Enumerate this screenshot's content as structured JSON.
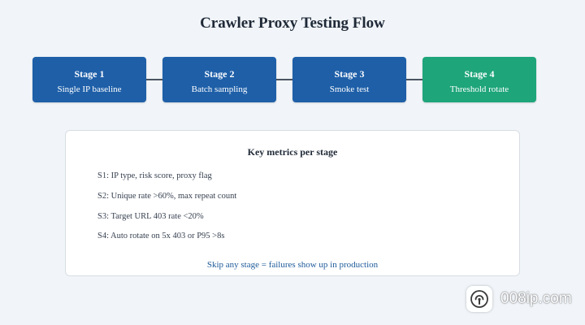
{
  "title": "Crawler Proxy Testing Flow",
  "stages": [
    {
      "title": "Stage 1",
      "subtitle": "Single IP baseline"
    },
    {
      "title": "Stage 2",
      "subtitle": "Batch sampling"
    },
    {
      "title": "Stage 3",
      "subtitle": "Smoke test"
    },
    {
      "title": "Stage 4",
      "subtitle": "Threshold rotate"
    }
  ],
  "metrics_panel": {
    "heading": "Key metrics per stage",
    "items": [
      "S1: IP type, risk score, proxy flag",
      "S2: Unique rate >60%, max repeat count",
      "S3: Target URL 403 rate <20%",
      "S4: Auto rotate on 5x 403 or P95 >8s"
    ],
    "footer": "Skip any stage = failures show up in production"
  },
  "watermark": {
    "text": "008ip.com"
  },
  "colors": {
    "stage": "#1e5fa8",
    "final_stage": "#1ea57a",
    "footer_text": "#1d5a99",
    "background": "#f1f5f9"
  }
}
